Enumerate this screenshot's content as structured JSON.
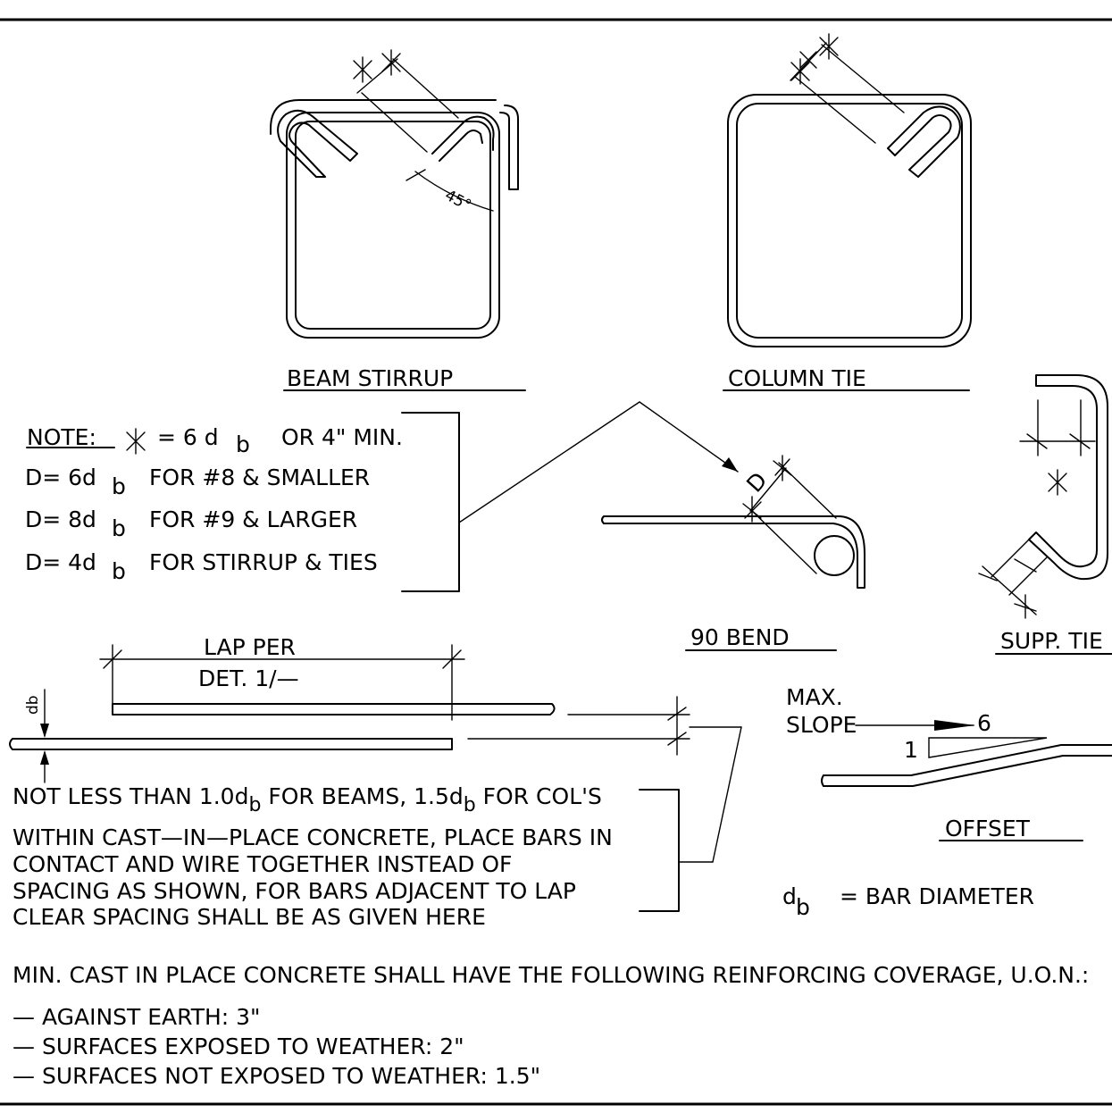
{
  "labels": {
    "beam_stirrup": "BEAM STIRRUP",
    "column_tie": "COLUMN TIE",
    "bend_90": "90 BEND",
    "supp_tie": "SUPP. TIE",
    "offset": "OFFSET",
    "angle_45": "45°",
    "d_mark": "D",
    "lap_line1": "LAP PER",
    "lap_line2": "DET. 1/—",
    "db_side": "db",
    "max": "MAX.",
    "slope": "SLOPE",
    "slope_run": "6",
    "slope_rise": "1"
  },
  "notes": {
    "note_label": "NOTE:",
    "note_main": "= 6 d",
    "note_main_sub": "b",
    "note_main_tail": "OR 4\" MIN.",
    "d_rows": [
      {
        "lead": "D= 6d",
        "sub": "b",
        "tail": "FOR #8 & SMALLER"
      },
      {
        "lead": "D= 8d",
        "sub": "b",
        "tail": "FOR #9 & LARGER"
      },
      {
        "lead": "D= 4d",
        "sub": "b",
        "tail": "FOR STIRRUP & TIES"
      }
    ],
    "lap_spacing": {
      "a": "NOT LESS THAN 1.0d",
      "a_sub": "b",
      "b": " FOR BEAMS, 1.5d",
      "b_sub": "b",
      "c": " FOR COL'S"
    },
    "contact": [
      "WITHIN CAST—IN—PLACE CONCRETE, PLACE BARS IN",
      "CONTACT AND WIRE TOGETHER INSTEAD OF",
      "SPACING AS SHOWN, FOR BARS ADJACENT TO LAP",
      "CLEAR SPACING SHALL BE AS GIVEN HERE"
    ],
    "db_def": {
      "lead": "d",
      "sub": "b",
      "tail": "= BAR DIAMETER"
    },
    "coverage_title": "MIN. CAST IN PLACE CONCRETE SHALL HAVE THE FOLLOWING REINFORCING COVERAGE, U.O.N.:",
    "coverage_items": [
      "—  AGAINST EARTH: 3\"",
      "—  SURFACES EXPOSED TO WEATHER: 2\"",
      "—  SURFACES NOT EXPOSED TO WEATHER: 1.5\""
    ]
  }
}
